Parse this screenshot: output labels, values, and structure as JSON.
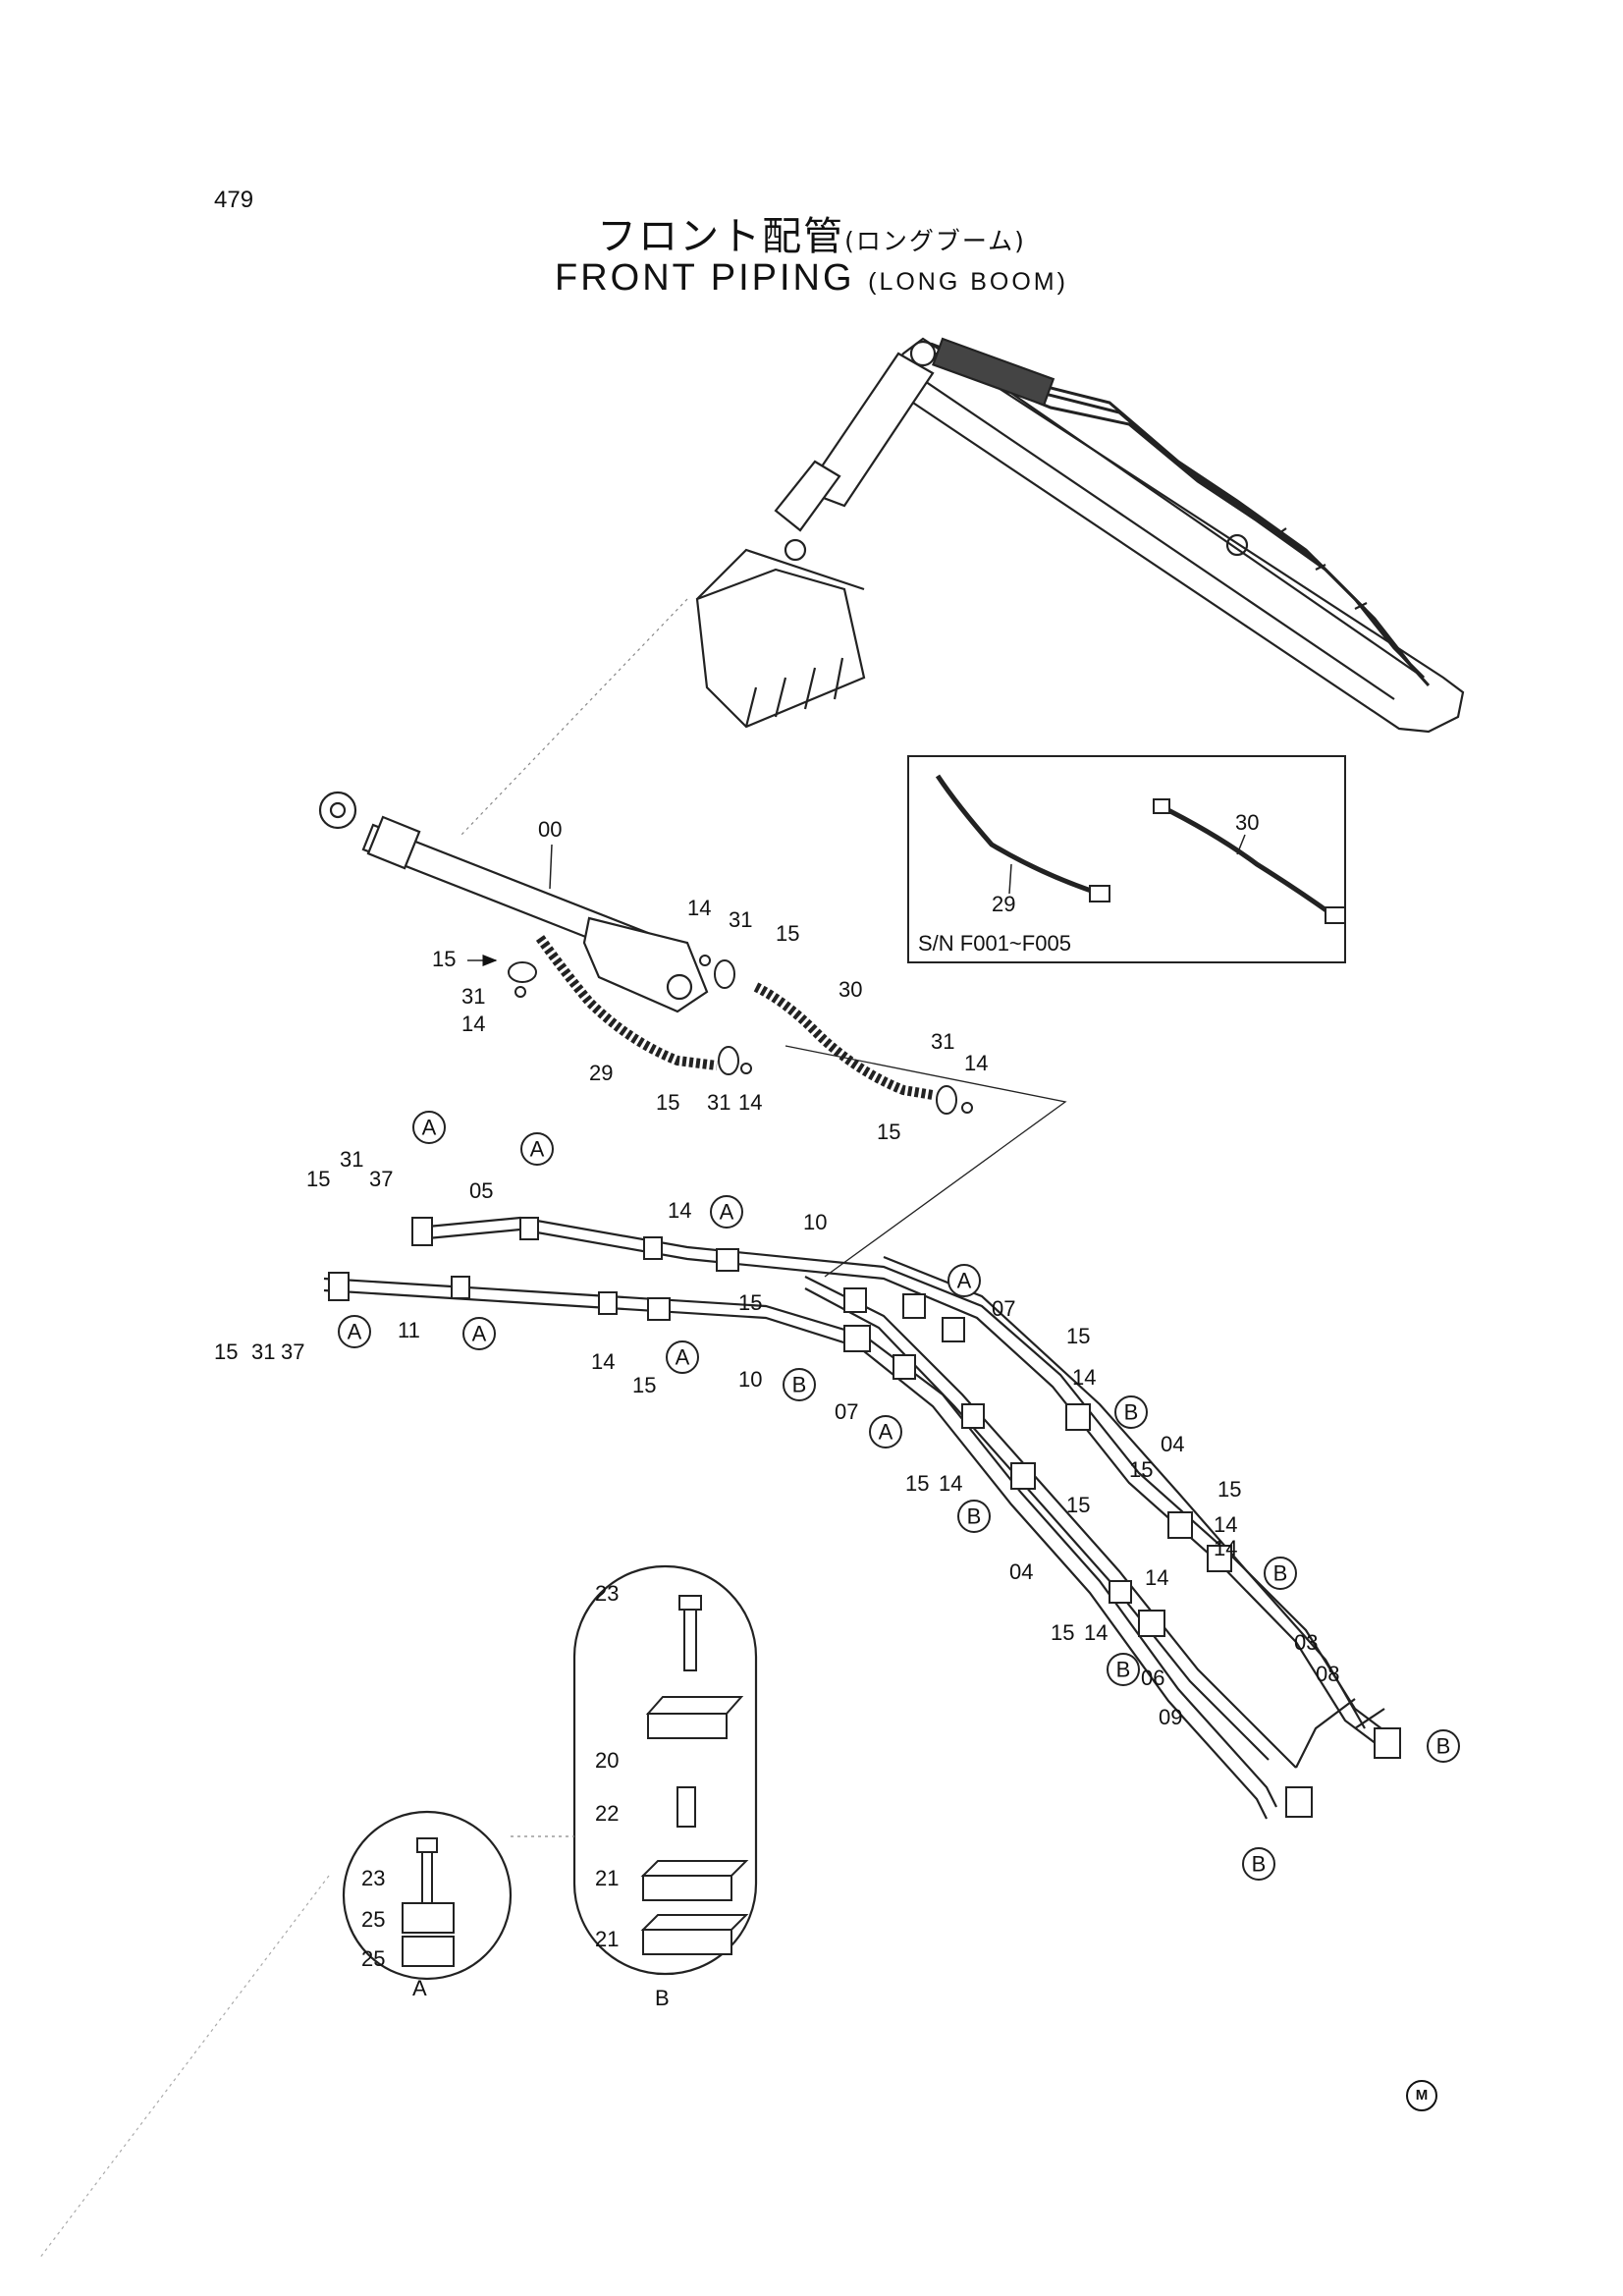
{
  "page_number": "479",
  "title": {
    "jp_main": "フロント配管",
    "jp_sub": "(ロングブーム)",
    "en_main": "FRONT PIPING",
    "en_sub": "(LONG BOOM)"
  },
  "inset": {
    "serial_range": "S/N F001~F005",
    "parts": [
      "29",
      "30"
    ]
  },
  "detail_views": {
    "a_label": "A",
    "b_label": "B"
  },
  "bubble_refs": {
    "a": "A",
    "b": "B"
  },
  "callouts": {
    "c00": "00",
    "c03": "03",
    "c04a": "04",
    "c04b": "04",
    "c05": "05",
    "c06": "06",
    "c07a": "07",
    "c07b": "07",
    "c08": "08",
    "c09": "09",
    "c10a": "10",
    "c10b": "10",
    "c11": "11",
    "c14": "14",
    "c15": "15",
    "c20": "20",
    "c21": "21",
    "c22": "22",
    "c23": "23",
    "c25": "25",
    "c29": "29",
    "c30": "30",
    "c31": "31",
    "c37": "37"
  },
  "marker": "M"
}
